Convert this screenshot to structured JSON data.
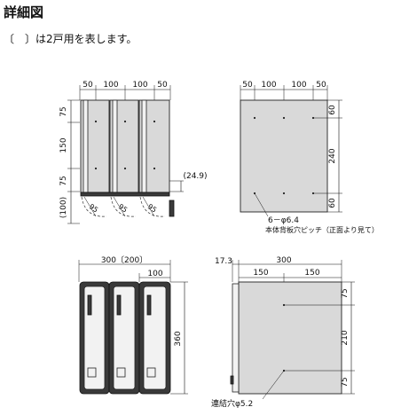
{
  "header": {
    "title": "詳細図",
    "note": "〔　〕は2戸用を表します。"
  },
  "front_view": {
    "top_dims": [
      "50",
      "100",
      "100",
      "50"
    ],
    "side_dims": [
      "75",
      "150",
      "75",
      "(100)"
    ],
    "radius_labels": [
      "95",
      "95",
      "95"
    ],
    "offset_label": "(24.9)"
  },
  "back_view": {
    "top_dims": [
      "50",
      "100",
      "100",
      "50"
    ],
    "right_dims": [
      "60",
      "240",
      "60"
    ],
    "hole_label": "6－φ6.4",
    "hole_caption": "本体背板穴ピッチ（正面より見て）"
  },
  "bottom_front_view": {
    "width_label": "300〔200〕",
    "sub_width_label": "100",
    "height_label": "360"
  },
  "side_view": {
    "offset_label": "17.3",
    "width_label": "300",
    "sub_dims": [
      "150",
      "150"
    ],
    "right_dims": [
      "75",
      "210",
      "75"
    ],
    "hole_label": "連結穴φ5.2"
  }
}
